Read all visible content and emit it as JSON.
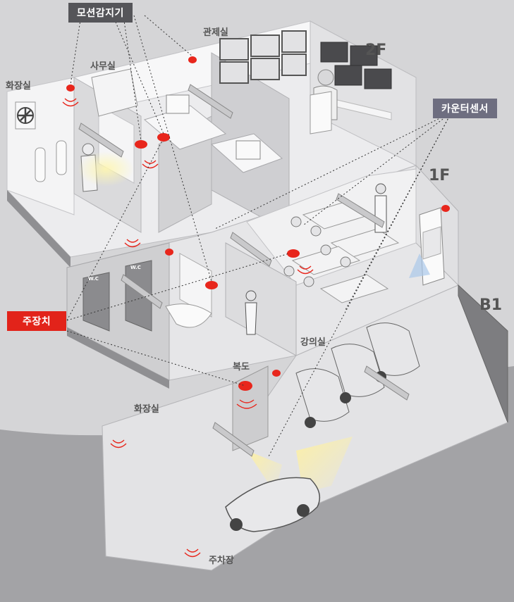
{
  "colors": {
    "background_outer": "#d5d5d7",
    "ground": "#a3a3a6",
    "wall_light": "#f2f2f2",
    "wall_mid": "#d9d9db",
    "wall_dark": "#8f8f92",
    "floor": "#e8e8ea",
    "sensor_red": "#e8261c",
    "motion_tag": "#555559",
    "counter_tag": "#6e6e80",
    "main_tag": "#e2231a"
  },
  "tags": {
    "motion_sensor": "모션감지기",
    "counter_sensor": "카운터센서",
    "main_device": "주장치"
  },
  "floors": {
    "second": "2F",
    "first": "1F",
    "basement": "B1"
  },
  "rooms": {
    "restroom_2f": "화장실",
    "office": "사무실",
    "control_room": "관제실",
    "lecture_room": "강의실",
    "corridor": "복도",
    "restroom_1f": "화장실",
    "parking": "주차장"
  },
  "wc_signs": [
    "W.C",
    "W.C"
  ],
  "icons": {
    "exhaust_fan": "fan-icon",
    "sensor": "motion-sensor-icon"
  }
}
